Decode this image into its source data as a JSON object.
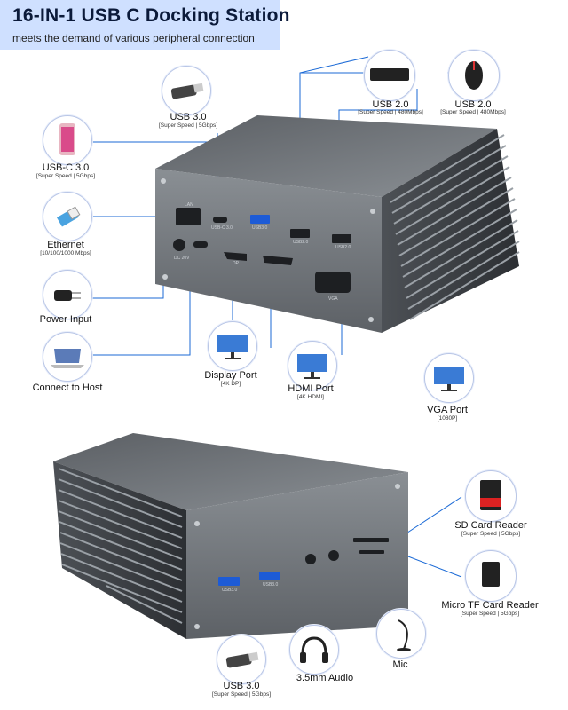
{
  "banner": {
    "title": "16-IN-1 USB C Docking Station",
    "subtitle": "meets the demand of various peripheral connection"
  },
  "callouts": {
    "usb3_top": {
      "label": "USB 3.0",
      "sub": "[Super Speed | 5Gbps]"
    },
    "usb2_a": {
      "label": "USB 2.0",
      "sub": "[Super Speed | 480Mbps]"
    },
    "usb2_b": {
      "label": "USB 2.0",
      "sub": "[Super Speed | 480Mbps]"
    },
    "usbc": {
      "label": "USB-C 3.0",
      "sub": "[Super Speed | 5Gbps]"
    },
    "ethernet": {
      "label": "Ethernet",
      "sub": "[10/100/1000 Mbps]"
    },
    "power": {
      "label": "Power Input"
    },
    "host": {
      "label": "Connect to Host"
    },
    "dp": {
      "label": "Display Port",
      "sub": "[4K DP]"
    },
    "hdmi": {
      "label": "HDMI Port",
      "sub": "[4K HDMI]"
    },
    "vga": {
      "label": "VGA Port",
      "sub": "[1080P]"
    },
    "sd": {
      "label": "SD Card Reader",
      "sub": "[Super Speed | 5Gbps]"
    },
    "tf": {
      "label": "Micro TF Card Reader",
      "sub": "[Super Speed | 5Gbps]"
    },
    "usb3_bottom": {
      "label": "USB 3.0",
      "sub": "[Super Speed | 5Gbps]"
    },
    "audio": {
      "label": "3.5mm Audio"
    },
    "mic": {
      "label": "Mic"
    }
  },
  "port_marks": {
    "lan": "LAN",
    "usbc": "USB-C 3.0",
    "usb3": "USB3.0",
    "usb2a": "USB2.0",
    "usb2b": "USB2.0",
    "dp": "DP",
    "vga": "VGA",
    "dc": "DC 20V",
    "front_usb3a": "USB3.0",
    "front_usb3b": "USB3.0"
  },
  "colors": {
    "accent": "#1b6ad6",
    "banner": "#cfe0ff",
    "device": "#6d7378"
  }
}
